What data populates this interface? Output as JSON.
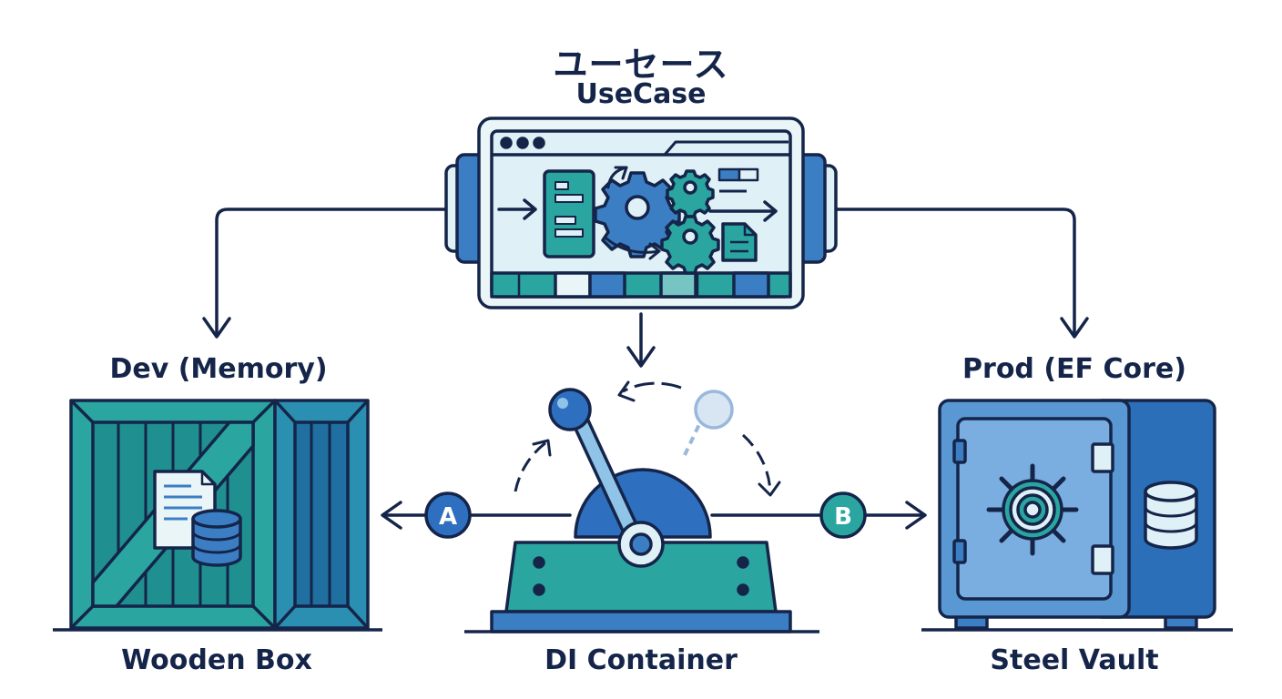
{
  "usecase": {
    "title_jp": "ユーセース",
    "title_en": "UseCase"
  },
  "dev": {
    "label": "Dev (Memory)",
    "caption": "Wooden Box",
    "badge": "A"
  },
  "prod": {
    "label": "Prod (EF Core)",
    "caption": "Steel Vault",
    "badge": "B"
  },
  "di": {
    "caption": "DI Container"
  },
  "colors": {
    "navy": "#15254a",
    "teal": "#2aa5a0",
    "blue": "#3b7ec4",
    "light_blue": "#dff0f7",
    "pale": "#eaf5f8"
  }
}
